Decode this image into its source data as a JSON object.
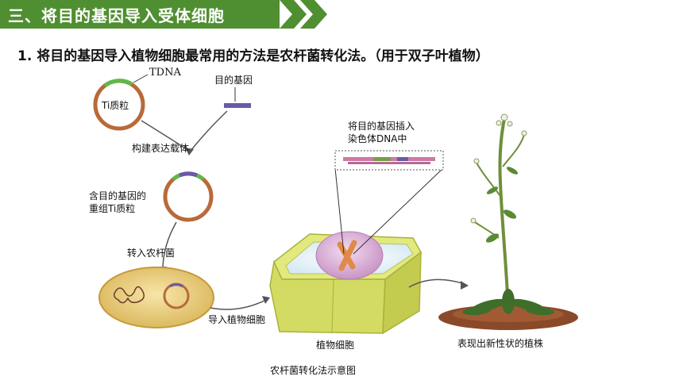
{
  "header": {
    "title": "三、将目的基因导入受体细胞"
  },
  "point": {
    "text": "1.  将目的基因导入植物细胞最常用的方法是农杆菌转化法。（用于双子叶植物）"
  },
  "figure": {
    "tdna_label": "TDNA",
    "ti_plasmid_label": "Ti质粒",
    "target_gene_label": "目的基因",
    "build_vector_label": "构建表达载体",
    "recombinant_label_line1": "含目的基因的",
    "recombinant_label_line2": "重组Ti质粒",
    "into_agrobacterium_label": "转入农杆菌",
    "into_plant_cell_label": "导入植物细胞",
    "insert_label_line1": "将目的基因插入",
    "insert_label_line2": "染色体DNA中",
    "plant_cell_label": "植物细胞",
    "new_trait_plant_label": "表现出新性状的植株",
    "caption": "农杆菌转化法示意图"
  },
  "colors": {
    "header_bg": "#4f8f31",
    "header_text": "#ffffff",
    "plasmid": "#b86a3a",
    "tdna": "#5fb84a",
    "gene": "#6a5aa8",
    "cell_wall": "#cfd86a",
    "bacterium": "#e7c870"
  }
}
